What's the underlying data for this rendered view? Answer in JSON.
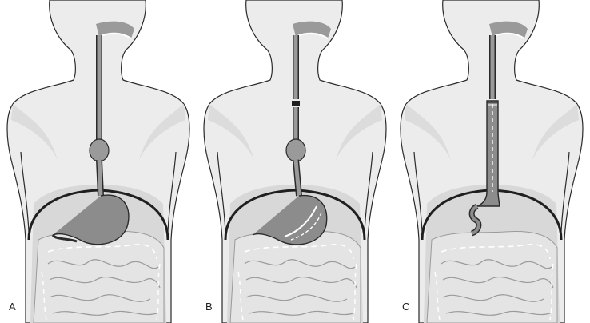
{
  "panels": [
    {
      "id": "a",
      "label": "A"
    },
    {
      "id": "b",
      "label": "B"
    },
    {
      "id": "c",
      "label": "C"
    }
  ],
  "colors": {
    "skin": "#ececec",
    "skin_shadow": "#d6d6d6",
    "outline": "#2a2a2a",
    "organ": "#8c8c8c",
    "organ_light": "#bdbdbd",
    "diaphragm": "#1f1f1f",
    "intestine_fill": "#e4e4e4",
    "intestine_line": "#9a9a9a"
  }
}
